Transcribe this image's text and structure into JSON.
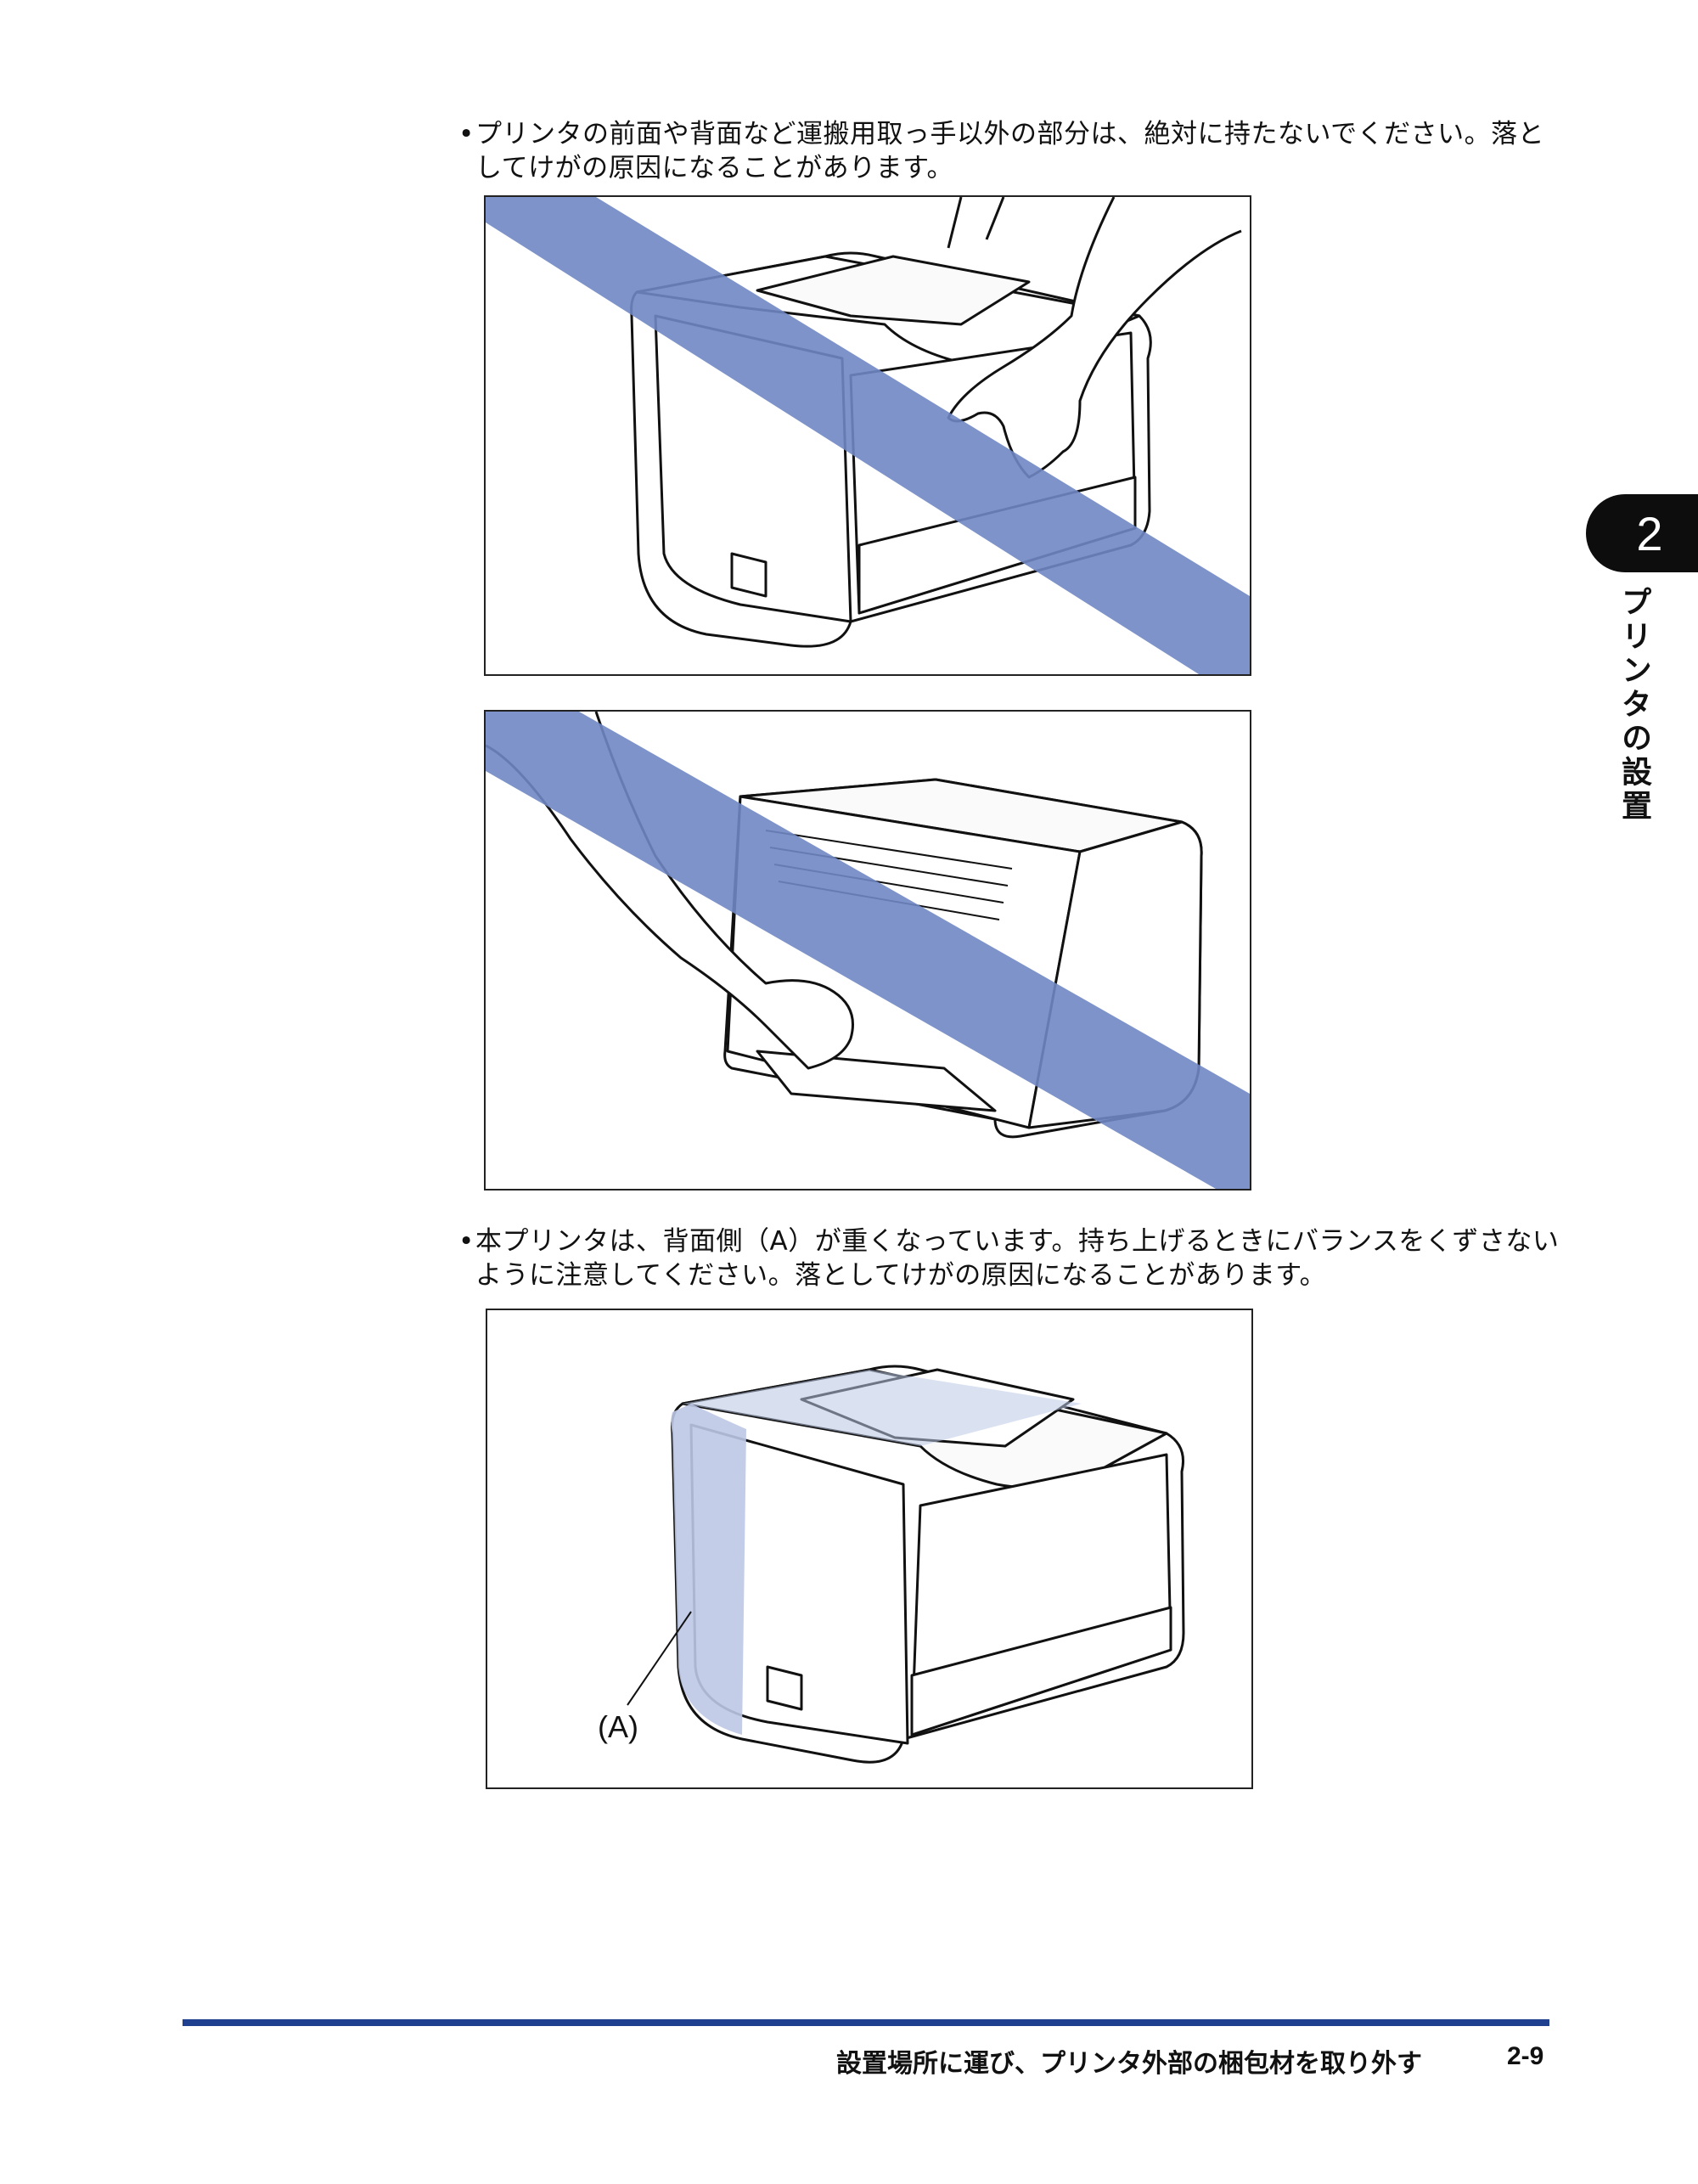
{
  "bullets": [
    {
      "marker": "•",
      "text": "プリンタの前面や背面など運搬用取っ手以外の部分は、絶対に持たないでください。落としてけがの原因になることがあります。"
    },
    {
      "marker": "•",
      "text": "本プリンタは、背面側（A）が重くなっています。持ち上げるときにバランスをくずさないように注意してください。落としてけがの原因になることがあります。"
    }
  ],
  "figure3": {
    "label": "(A)"
  },
  "chapter": {
    "number": "2",
    "title": "プリンタの設置"
  },
  "footer": {
    "section_title": "設置場所に運び、プリンタ外部の梱包材を取り外す",
    "page": "2-9"
  },
  "colors": {
    "prohibit_band": "#6f87c3",
    "highlight": "#bcc8e6",
    "footer_rule": "#1f3f8f"
  }
}
